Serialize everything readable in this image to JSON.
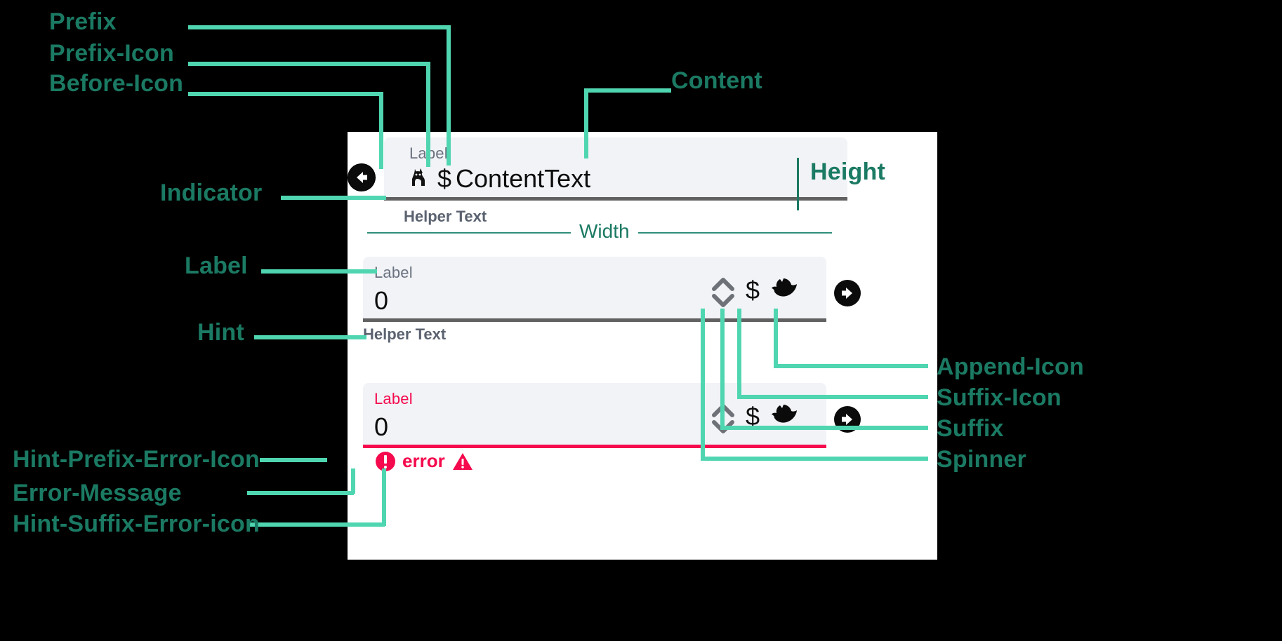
{
  "annotations": {
    "prefix": "Prefix",
    "prefix_icon": "Prefix-Icon",
    "before_icon": "Before-Icon",
    "content": "Content",
    "height": "Height",
    "indicator": "Indicator",
    "width": "Width",
    "label": "Label",
    "hint": "Hint",
    "append_icon": "Append-Icon",
    "suffix_icon": "Suffix-Icon",
    "suffix": "Suffix",
    "spinner": "Spinner",
    "hint_prefix_error_icon": "Hint-Prefix-Error-Icon",
    "error_message": "Error-Message",
    "hint_suffix_error_icon": "Hint-Suffix-Error-icon"
  },
  "fields": {
    "text_field": {
      "label": "Label",
      "prefix_icon": "cat-icon",
      "prefix": "$",
      "content": "ContentText",
      "helper": "Helper Text",
      "before_icon": "arrow-left-circle-icon"
    },
    "number_field": {
      "label": "Label",
      "value": "0",
      "helper": "Helper Text",
      "suffix": "$",
      "suffix_icon": "bird-icon",
      "append_icon": "arrow-right-circle-icon",
      "spinner_icon": "spinner-up-down-icon"
    },
    "error_field": {
      "label": "Label",
      "value": "0",
      "error_message": "error",
      "suffix": "$",
      "suffix_icon": "bird-icon",
      "append_icon": "arrow-right-circle-icon",
      "spinner_icon": "spinner-up-down-icon",
      "error_prefix_icon": "error-circle-icon",
      "error_suffix_icon": "warning-triangle-icon"
    }
  },
  "colors": {
    "accent_light": "#4fd6b0",
    "accent_dark": "#1b7a63",
    "error": "#f50a4d",
    "field_bg": "#f1f3f7",
    "underline": "#616161",
    "background": "#000000",
    "panel": "#ffffff"
  }
}
